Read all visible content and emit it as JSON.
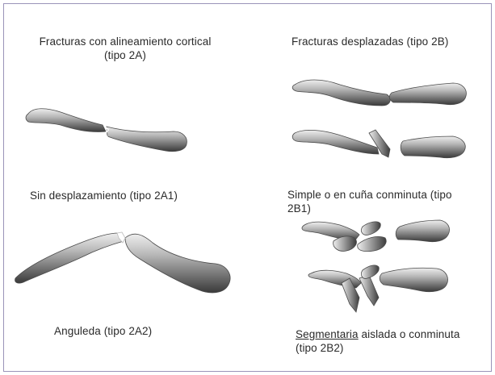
{
  "labels": {
    "type_2a_line1": "Fracturas con alineamiento cortical",
    "type_2a_line2": "(tipo 2A)",
    "type_2b": "Fracturas desplazadas (tipo 2B)",
    "type_2a1": "Sin desplazamiento (tipo 2A1)",
    "type_2b1_line1": "Simple o en cuña conminuta (tipo",
    "type_2b1_line2": "2B1)",
    "type_2a2": "Anguleda (tipo 2A2)",
    "type_2b2_underlined": "Segmentaria",
    "type_2b2_rest": " aislada o conminuta",
    "type_2b2_line2": "(tipo 2B2)"
  },
  "colors": {
    "border": "#9a93b8",
    "bone_dark": "#3c3c3c",
    "bone_mid": "#8a8a8a",
    "bone_light": "#e8e8e8"
  }
}
